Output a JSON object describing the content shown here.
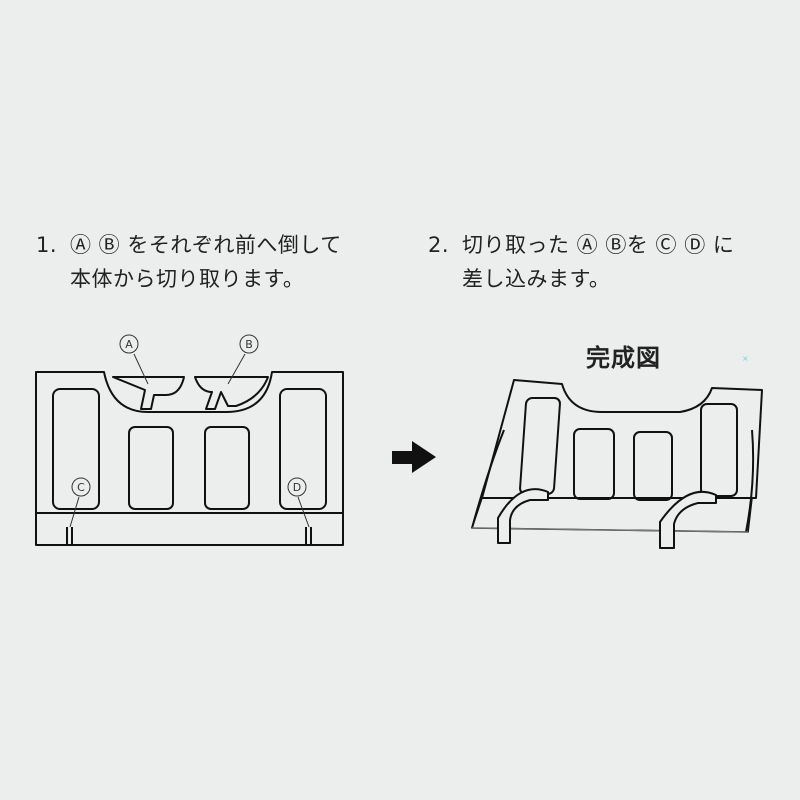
{
  "steps": [
    {
      "number": "1.",
      "line1": "Ⓐ Ⓑ をそれぞれ前へ倒して",
      "line2": "本体から切り取ります。"
    },
    {
      "number": "2.",
      "line1": "切り取った Ⓐ Ⓑを Ⓒ Ⓓ に",
      "line2": "差し込みます。"
    }
  ],
  "completed_title": "完成図",
  "labels": {
    "a": "A",
    "b": "B",
    "c": "C",
    "d": "D"
  },
  "arrow_icon": "right-arrow-icon",
  "colors": {
    "background": "#eceeed",
    "line": "#111111"
  }
}
